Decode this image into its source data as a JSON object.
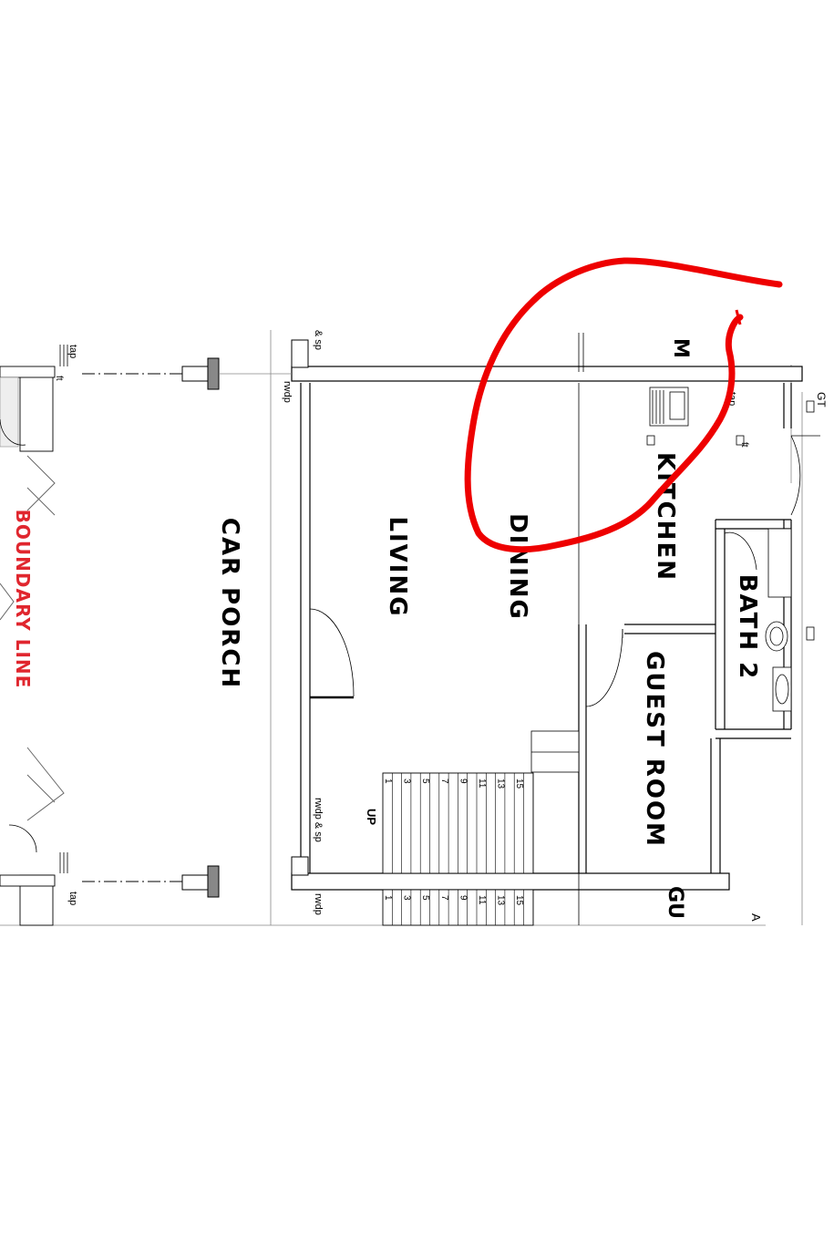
{
  "plan": {
    "rooms": {
      "car_porch": "CAR PORCH",
      "living": "LIVING",
      "dining": "DINING",
      "kitchen": "KITCHEN",
      "bath2": "BATH 2",
      "guest_room": "GUEST ROOM",
      "partial_left": "M",
      "partial_right": "GU"
    },
    "boundary": "BOUNDARY LINE",
    "notes": {
      "tap_top_left": "tap",
      "tap_bottom_left": "tap",
      "tap_kitchen": "tap",
      "ft_top_left": "ft",
      "ft_kitchen": "ft",
      "rwdp_top": "rwdp",
      "sp_top": "& sp",
      "rwdp_sp_mid": "rwdp & sp",
      "rwdp_bottom": "rwdp",
      "gt": "GT",
      "up": "UP",
      "a_mark": "A"
    },
    "stair_numbers_upper": [
      "1",
      "3",
      "5",
      "7",
      "9",
      "11",
      "13",
      "15"
    ],
    "stair_numbers_lower": [
      "1",
      "3",
      "5",
      "7",
      "9",
      "11",
      "13",
      "15"
    ]
  },
  "colors": {
    "boundary": "#e0262e",
    "markup": "#ee0000",
    "lines": "#000000"
  }
}
